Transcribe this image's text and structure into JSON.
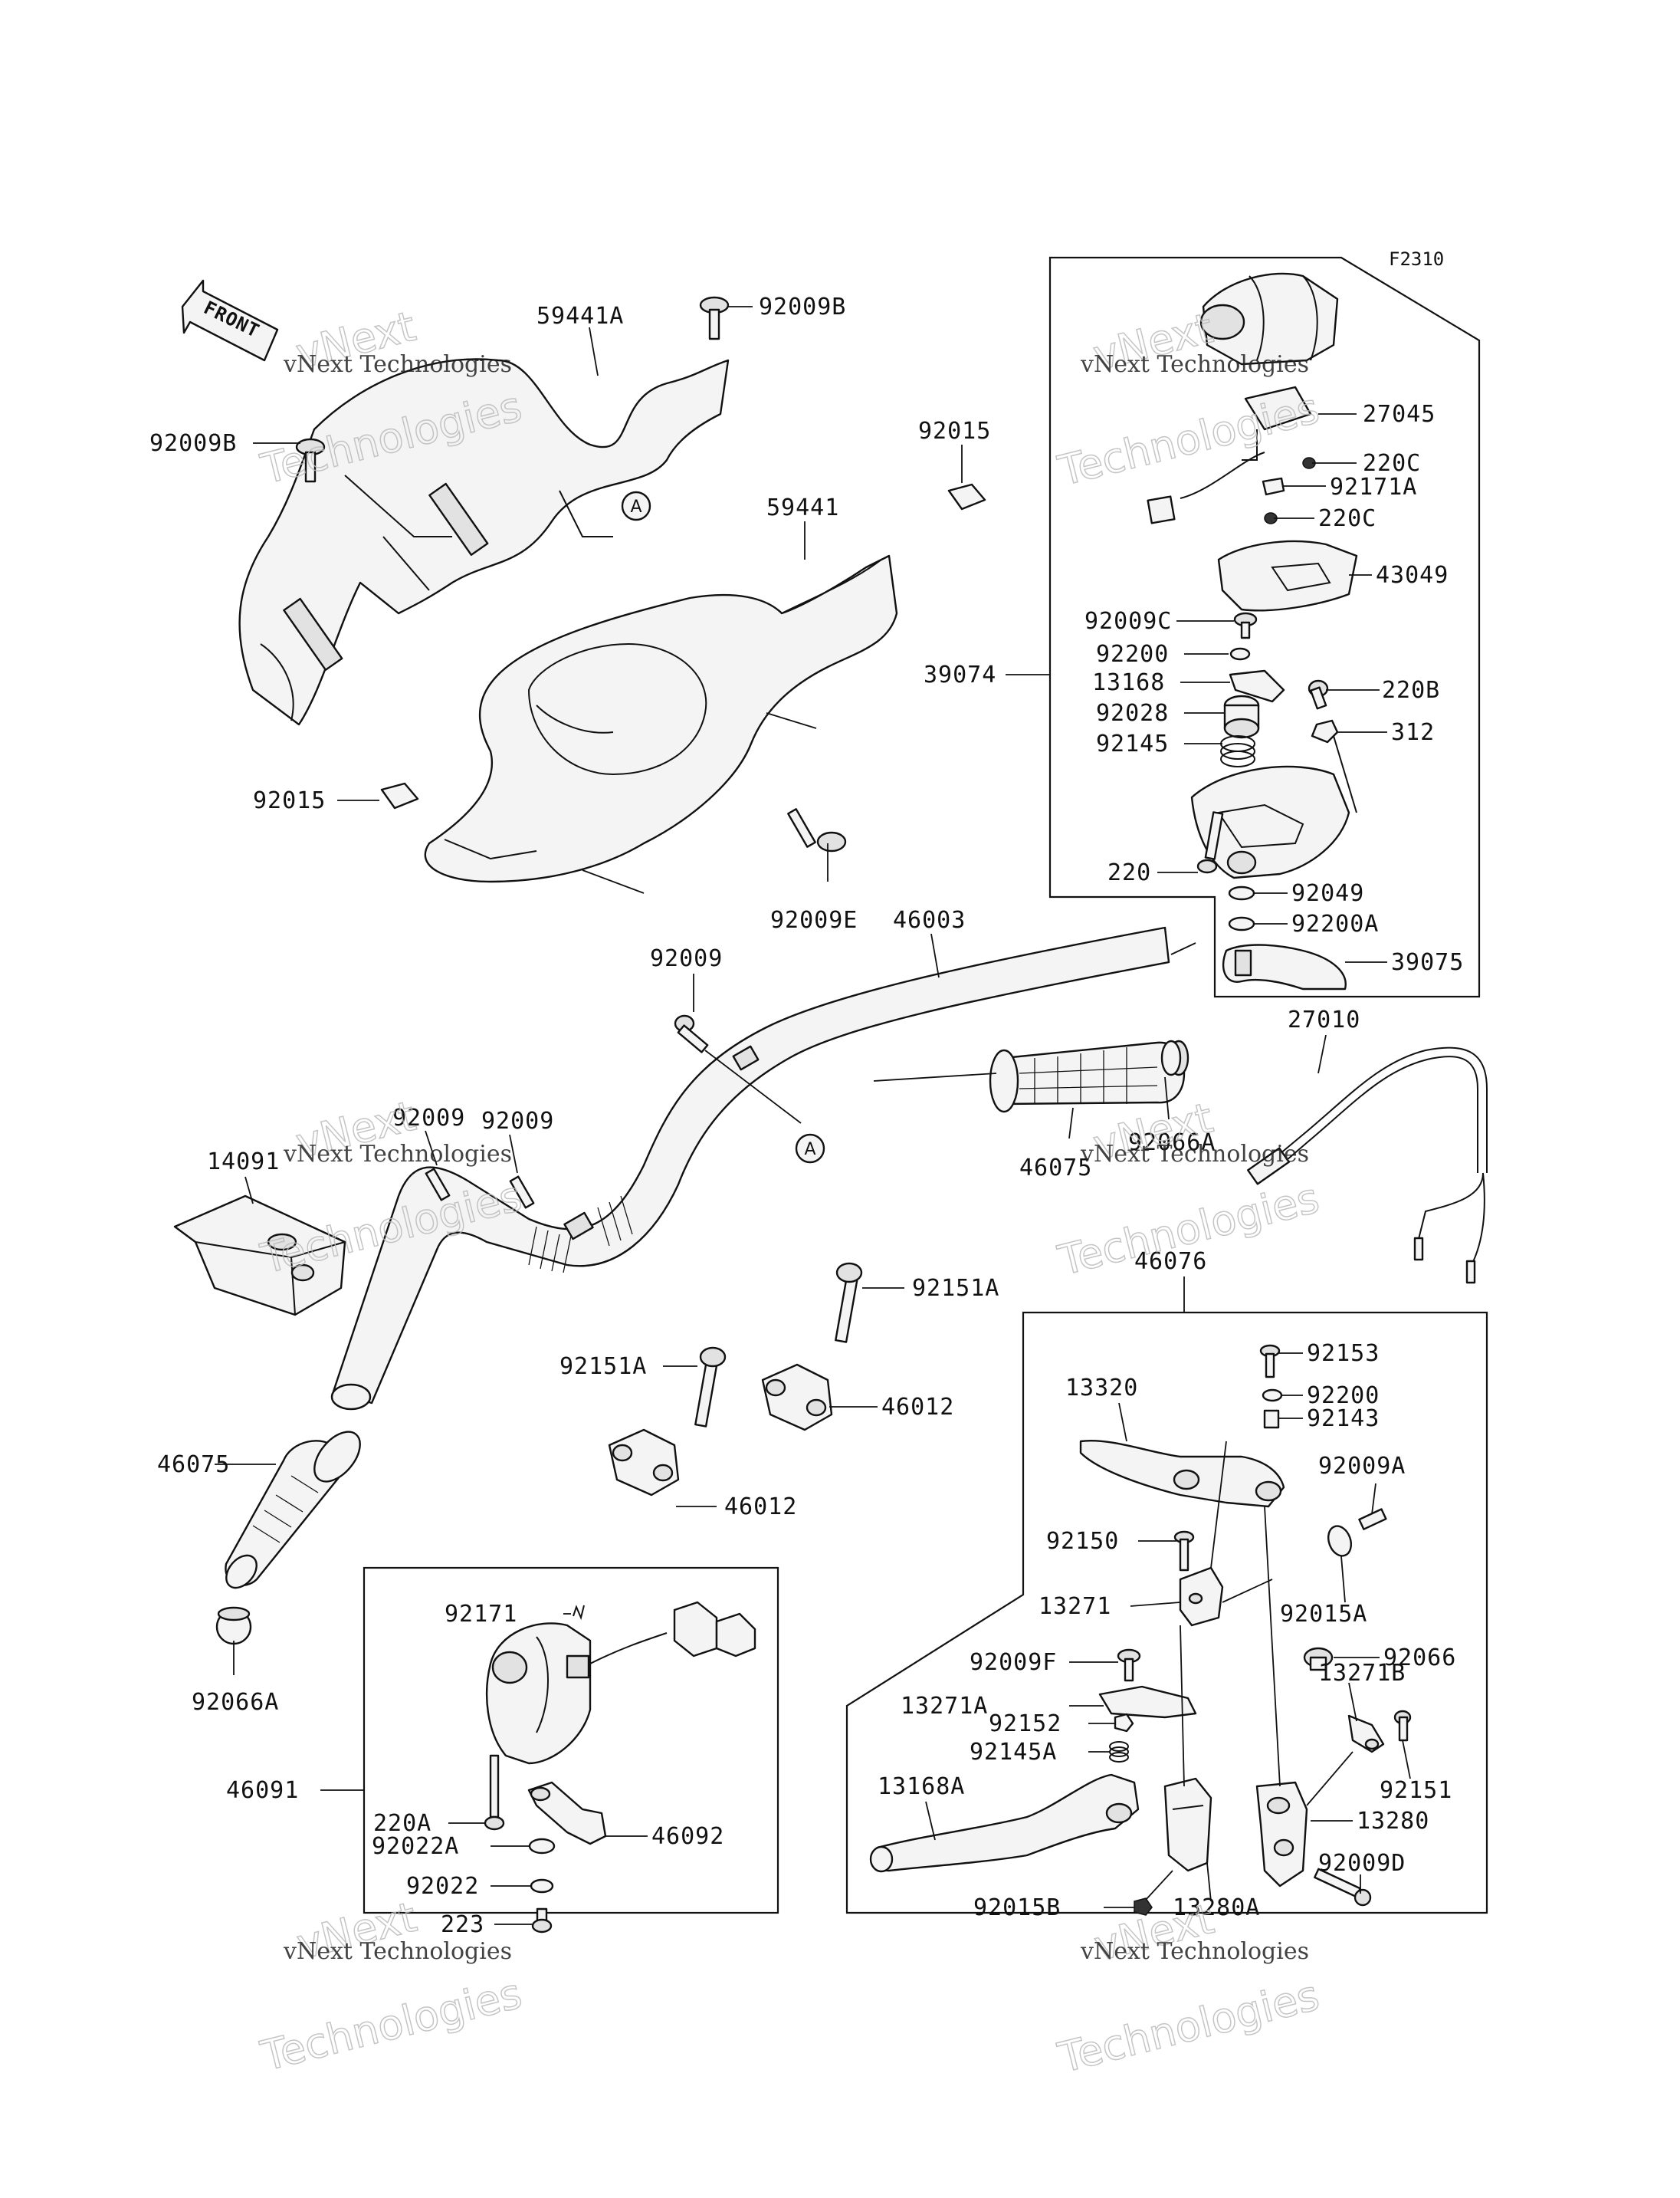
{
  "figure_code": "F2310",
  "front_arrow_text": "FRONT",
  "watermark": {
    "line1": "vNext Technologies",
    "line2": "Technologies",
    "line3": "vNext"
  },
  "reference_marks": [
    "A",
    "A"
  ],
  "part_labels": {
    "p59441A": "59441A",
    "p92009B_top": "92009B",
    "p92009B_left": "92009B",
    "p92015_top": "92015",
    "p59441": "59441",
    "p92015_left": "92015",
    "p92009E": "92009E",
    "p46003": "46003",
    "p92009_mid": "92009",
    "p92009_left1": "92009",
    "p92009_left2": "92009",
    "p14091": "14091",
    "p46075_left": "46075",
    "p92066A_left": "92066A",
    "p92151A_top": "92151A",
    "p92151A_left": "92151A",
    "p46012_top": "46012",
    "p46012_bottom": "46012",
    "p27010": "27010",
    "p92066A_right": "92066A",
    "p46075_right": "46075",
    "p27045": "27045",
    "p220C_1": "220C",
    "p92171A": "92171A",
    "p220C_2": "220C",
    "p43049": "43049",
    "p92009C": "92009C",
    "p92200": "92200",
    "p13168": "13168",
    "p92028": "92028",
    "p92145": "92145",
    "p220B": "220B",
    "p312": "312",
    "p39074": "39074",
    "p220": "220",
    "p92049": "92049",
    "p92200A": "92200A",
    "p39075": "39075",
    "p46076": "46076",
    "p92153": "92153",
    "p92200_b": "92200",
    "p92143": "92143",
    "p13320": "13320",
    "p92009A": "92009A",
    "p92150": "92150",
    "p13271": "13271",
    "p92015A": "92015A",
    "p92066": "92066",
    "p92009F": "92009F",
    "p13271A": "13271A",
    "p13271B": "13271B",
    "p92152": "92152",
    "p92145A": "92145A",
    "p13168A": "13168A",
    "p92151": "92151",
    "p13280": "13280",
    "p92009D": "92009D",
    "p92015B": "92015B",
    "p13280A": "13280A",
    "p92171": "92171",
    "p46091": "46091",
    "p220A": "220A",
    "p92022A": "92022A",
    "p46092": "46092",
    "p92022": "92022",
    "p223": "223"
  }
}
